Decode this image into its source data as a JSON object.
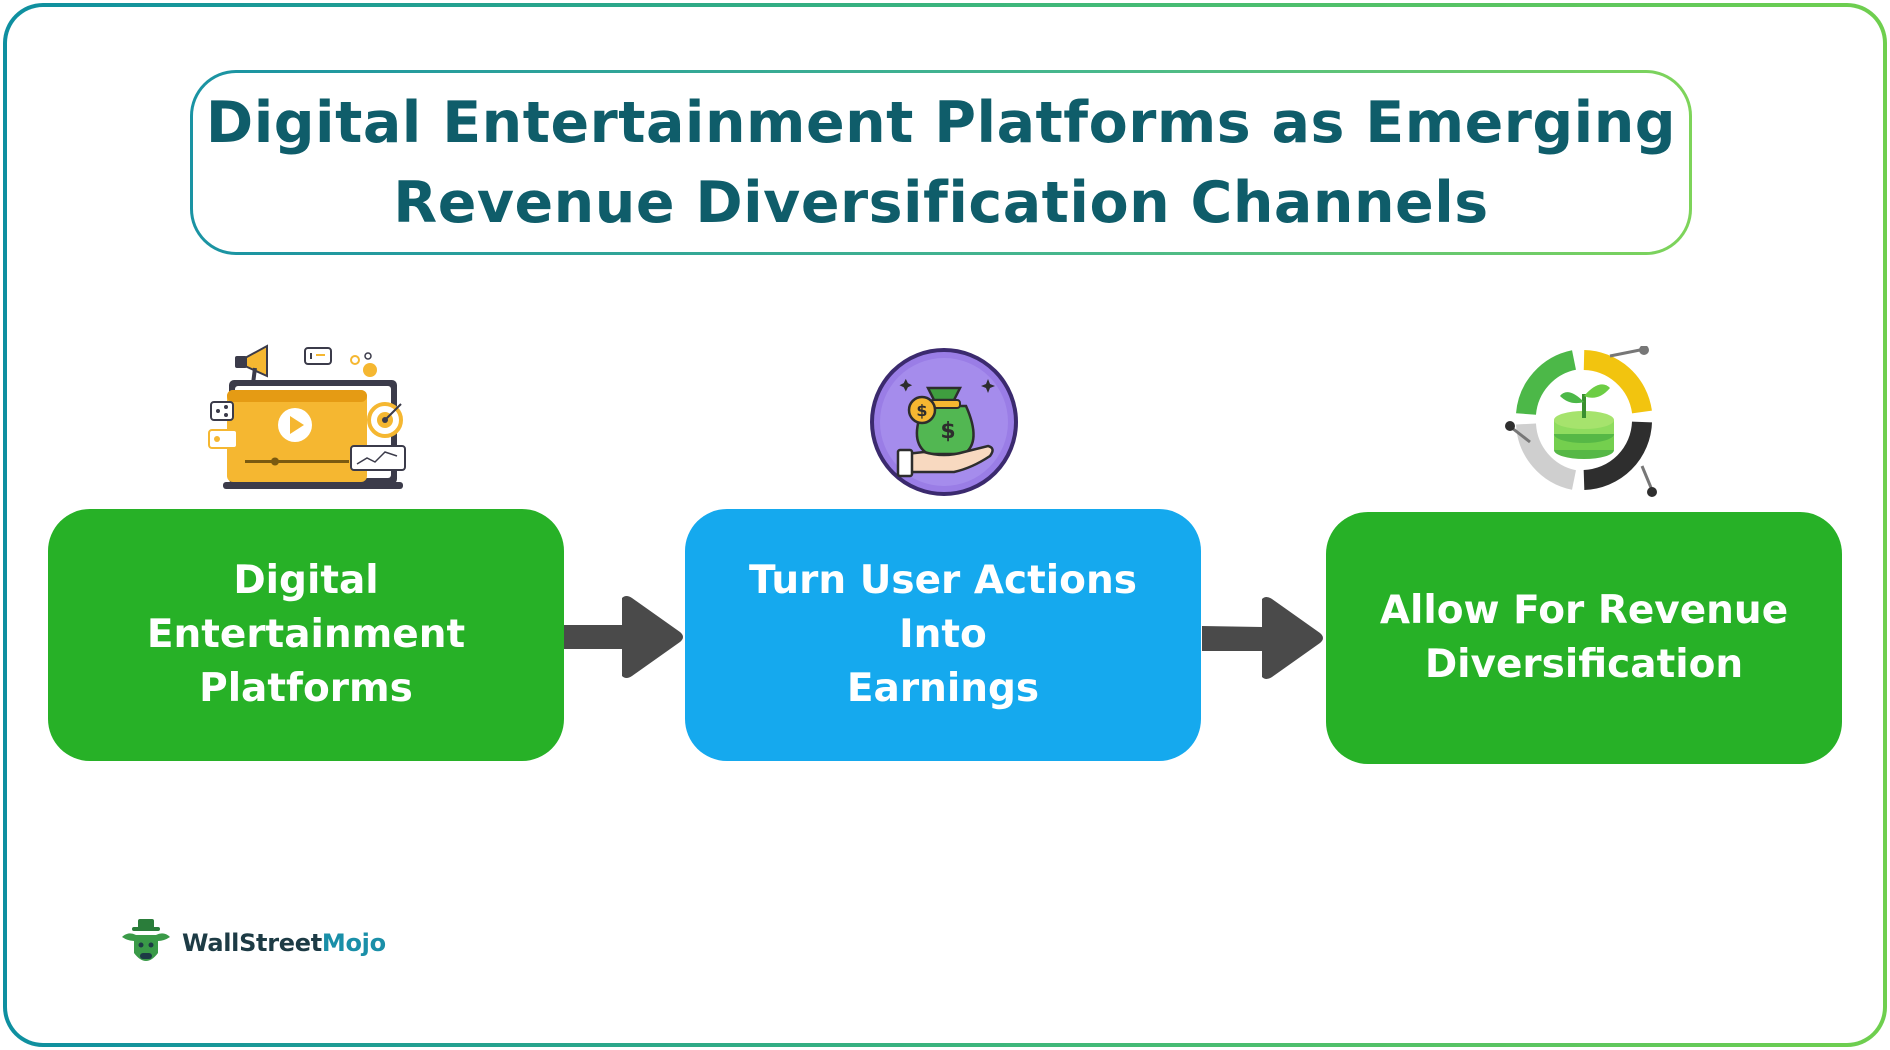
{
  "title": {
    "line1": "Digital Entertainment Platforms as Emerging",
    "line2": "Revenue Diversification Channels"
  },
  "steps": [
    {
      "line1": "Digital Entertainment",
      "line2": "Platforms",
      "color": "#27b127",
      "icon": "video-marketing-icon"
    },
    {
      "line1": "Turn User Actions Into",
      "line2": "Earnings",
      "color": "#15a9ee",
      "icon": "money-bag-hand-icon"
    },
    {
      "line1": "Allow For Revenue",
      "line2": "Diversification",
      "color": "#27b127",
      "icon": "coin-plant-growth-icon"
    }
  ],
  "arrow_color": "#4a4a4a",
  "brand": {
    "name_part1": "WallStreet",
    "name_part2": "Mojo",
    "icon": "bull-mascot-icon"
  },
  "colors": {
    "title_text": "#0f5d6a",
    "green": "#27b127",
    "blue": "#15a9ee",
    "frame_start": "#0e8fa0",
    "frame_end": "#6fcf4e"
  }
}
